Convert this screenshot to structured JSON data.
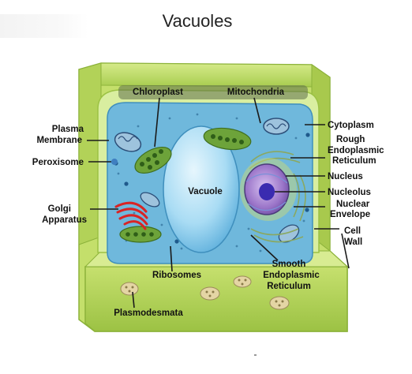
{
  "title": "Vacuoles",
  "labels": {
    "chloroplast": "Chloroplast",
    "mitochondria": "Mitochondria",
    "plasma_membrane_1": "Plasma",
    "plasma_membrane_2": "Membrane",
    "cytoplasm": "Cytoplasm",
    "rough_er_1": "Rough",
    "rough_er_2": "Endoplasmic",
    "rough_er_3": "Reticulum",
    "peroxisome": "Peroxisome",
    "vacuole": "Vacuole",
    "nucleus": "Nucleus",
    "nucleolus": "Nucleolus",
    "nuclear_envelope_1": "Nuclear",
    "nuclear_envelope_2": "Envelope",
    "golgi_1": "Golgi",
    "golgi_2": "Apparatus",
    "cell_wall_1": "Cell",
    "cell_wall_2": "Wall",
    "ribosomes": "Ribosomes",
    "smooth_er_1": "Smooth",
    "smooth_er_2": "Endoplasmic",
    "smooth_er_3": "Reticulum",
    "plasmodesmata": "Plasmodesmata"
  },
  "colors": {
    "cell_wall": "#b6d85c",
    "cell_wall_dark": "#8fb63c",
    "cytoplasm": "#6fb8dc",
    "vacuole": "#a9dcf4",
    "chloroplast": "#6da33a",
    "mitochondria": "#9ec3dd",
    "nucleus": "#9a74c8",
    "nucleolus": "#3a2bb0",
    "golgi": "#d92424"
  }
}
